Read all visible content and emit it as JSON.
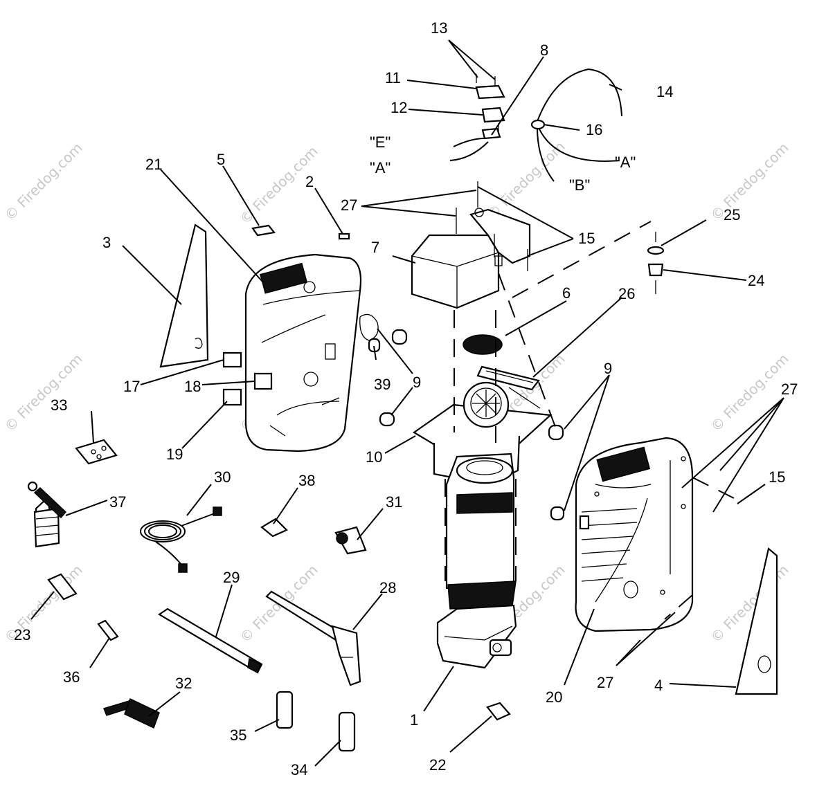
{
  "diagram": {
    "watermark": "© Firedog.com",
    "callouts": {
      "c1": "1",
      "c2": "2",
      "c3": "3",
      "c4": "4",
      "c5": "5",
      "c6": "6",
      "c7": "7",
      "c8": "8",
      "c9a": "9",
      "c9b": "9",
      "c10": "10",
      "c11": "11",
      "c12": "12",
      "c13": "13",
      "c14": "14",
      "c15a": "15",
      "c15b": "15",
      "c16": "16",
      "c17": "17",
      "c18": "18",
      "c19": "19",
      "c20": "20",
      "c21": "21",
      "c22": "22",
      "c23": "23",
      "c24": "24",
      "c25": "25",
      "c26": "26",
      "c27a": "27",
      "c27b": "27",
      "c27c": "27",
      "c28": "28",
      "c29": "29",
      "c30": "30",
      "c31": "31",
      "c32": "32",
      "c33": "33",
      "c34": "34",
      "c35": "35",
      "c36": "36",
      "c37": "37",
      "c38": "38",
      "c39": "39",
      "wE": "\"E\"",
      "wA1": "\"A\"",
      "wA2": "\"A\"",
      "wB": "\"B\""
    }
  }
}
